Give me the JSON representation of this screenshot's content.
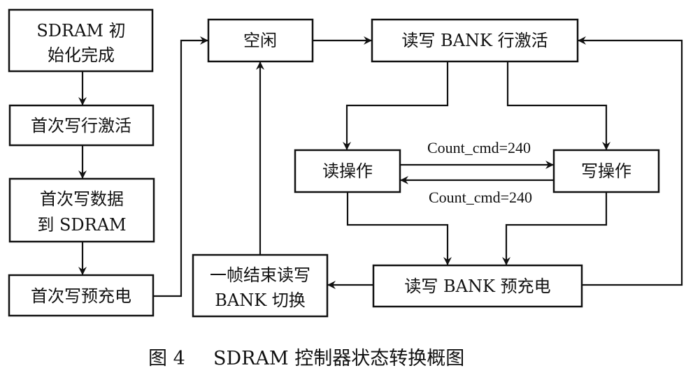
{
  "diagram": {
    "title": "SDRAM 控制器状态转换概图",
    "figure_number": "图 4",
    "nodes": [
      {
        "id": "init_done",
        "lines": [
          "SDRAM 初",
          "始化完成"
        ]
      },
      {
        "id": "first_row_activate",
        "lines": [
          "首次写行激活"
        ]
      },
      {
        "id": "first_write_data",
        "lines": [
          "首次写数据",
          "到 SDRAM"
        ]
      },
      {
        "id": "first_precharge",
        "lines": [
          "首次写预充电"
        ]
      },
      {
        "id": "idle",
        "lines": [
          "空闲"
        ]
      },
      {
        "id": "bank_row_activate",
        "lines": [
          "读写 BANK 行激活"
        ]
      },
      {
        "id": "read_op",
        "lines": [
          "读操作"
        ]
      },
      {
        "id": "write_op",
        "lines": [
          "写操作"
        ]
      },
      {
        "id": "bank_precharge",
        "lines": [
          "读写 BANK 预充电"
        ]
      },
      {
        "id": "bank_switch",
        "lines": [
          "一帧结束读写",
          "BANK 切换"
        ]
      }
    ],
    "edges": [
      {
        "from": "init_done",
        "to": "first_row_activate",
        "label": ""
      },
      {
        "from": "first_row_activate",
        "to": "first_write_data",
        "label": ""
      },
      {
        "from": "first_write_data",
        "to": "first_precharge",
        "label": ""
      },
      {
        "from": "first_precharge",
        "to": "idle",
        "label": ""
      },
      {
        "from": "idle",
        "to": "bank_row_activate",
        "label": ""
      },
      {
        "from": "bank_row_activate",
        "to": "read_op",
        "label": ""
      },
      {
        "from": "bank_row_activate",
        "to": "write_op",
        "label": ""
      },
      {
        "from": "read_op",
        "to": "write_op",
        "label": "Count_cmd=240"
      },
      {
        "from": "write_op",
        "to": "read_op",
        "label": "Count_cmd=240"
      },
      {
        "from": "read_op",
        "to": "bank_precharge",
        "label": ""
      },
      {
        "from": "write_op",
        "to": "bank_precharge",
        "label": ""
      },
      {
        "from": "bank_precharge",
        "to": "bank_row_activate",
        "label": ""
      },
      {
        "from": "bank_precharge",
        "to": "bank_switch",
        "label": ""
      },
      {
        "from": "bank_switch",
        "to": "idle",
        "label": ""
      }
    ]
  }
}
